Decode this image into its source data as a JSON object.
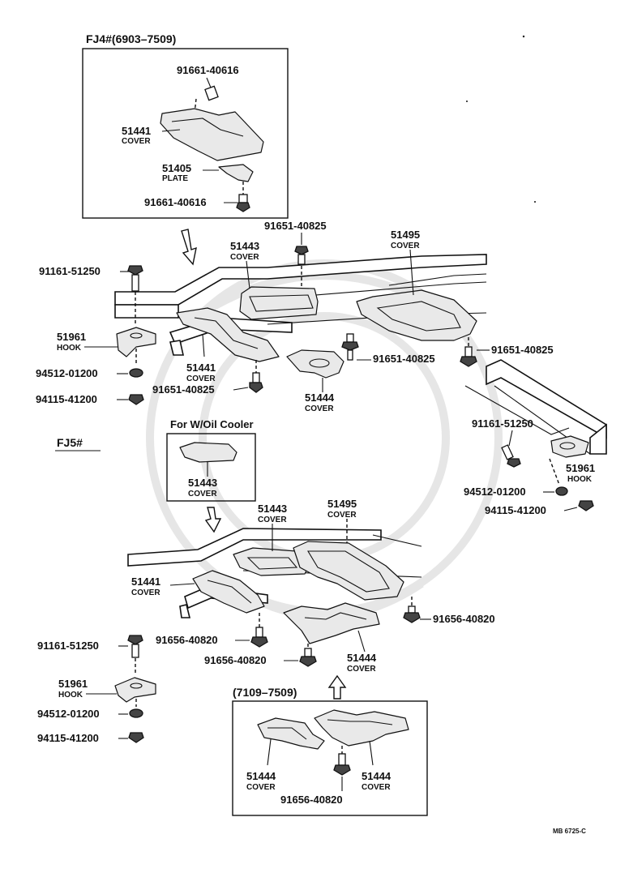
{
  "fj4": {
    "header": "FJ4#(6903–7509)",
    "box": {
      "bolt_top": "91661-40616",
      "cover_pn": "51441",
      "cover_name": "COVER",
      "plate_pn": "51405",
      "plate_name": "PLATE",
      "bolt_bottom": "91661-40616"
    },
    "bolt_left": "91161-51250",
    "hook_pn": "51961",
    "hook_name": "HOOK",
    "washer": "94512-01200",
    "nut": "94115-41200",
    "cover_51441_pn": "51441",
    "cover_51441_name": "COVER",
    "bolt_51441": "91651-40825",
    "bolt_top_mid": "91651-40825",
    "cover_51443_pn": "51443",
    "cover_51443_name": "COVER",
    "cover_51495_pn": "51495",
    "cover_51495_name": "COVER",
    "bolt_51444": "91651-40825",
    "cover_51444_pn": "51444",
    "cover_51444_name": "COVER",
    "bolt_right": "91651-40825",
    "right_bolt": "91161-51250",
    "right_hook_pn": "51961",
    "right_hook_name": "HOOK",
    "right_washer": "94512-01200",
    "right_nut": "94115-41200"
  },
  "fj5": {
    "header": "FJ5#",
    "oil_cooler_label": "For  W/Oil Cooler",
    "oil_box_pn": "51443",
    "oil_box_name": "COVER",
    "cover_51443_pn": "51443",
    "cover_51443_name": "COVER",
    "cover_51495_pn": "51495",
    "cover_51495_name": "COVER",
    "cover_51441_pn": "51441",
    "cover_51441_name": "COVER",
    "bolt_a": "91656-40820",
    "bolt_b": "91656-40820",
    "bolt_right": "91656-40820",
    "cover_51444_pn": "51444",
    "cover_51444_name": "COVER",
    "bolt_left": "91161-51250",
    "hook_pn": "51961",
    "hook_name": "HOOK",
    "washer": "94512-01200",
    "nut": "94115-41200"
  },
  "box_7109": {
    "header": "(7109–7509)",
    "left_pn": "51444",
    "left_name": "COVER",
    "right_pn": "51444",
    "right_name": "COVER",
    "bolt": "91656-40820"
  },
  "footer_code": "MB 6725-C"
}
